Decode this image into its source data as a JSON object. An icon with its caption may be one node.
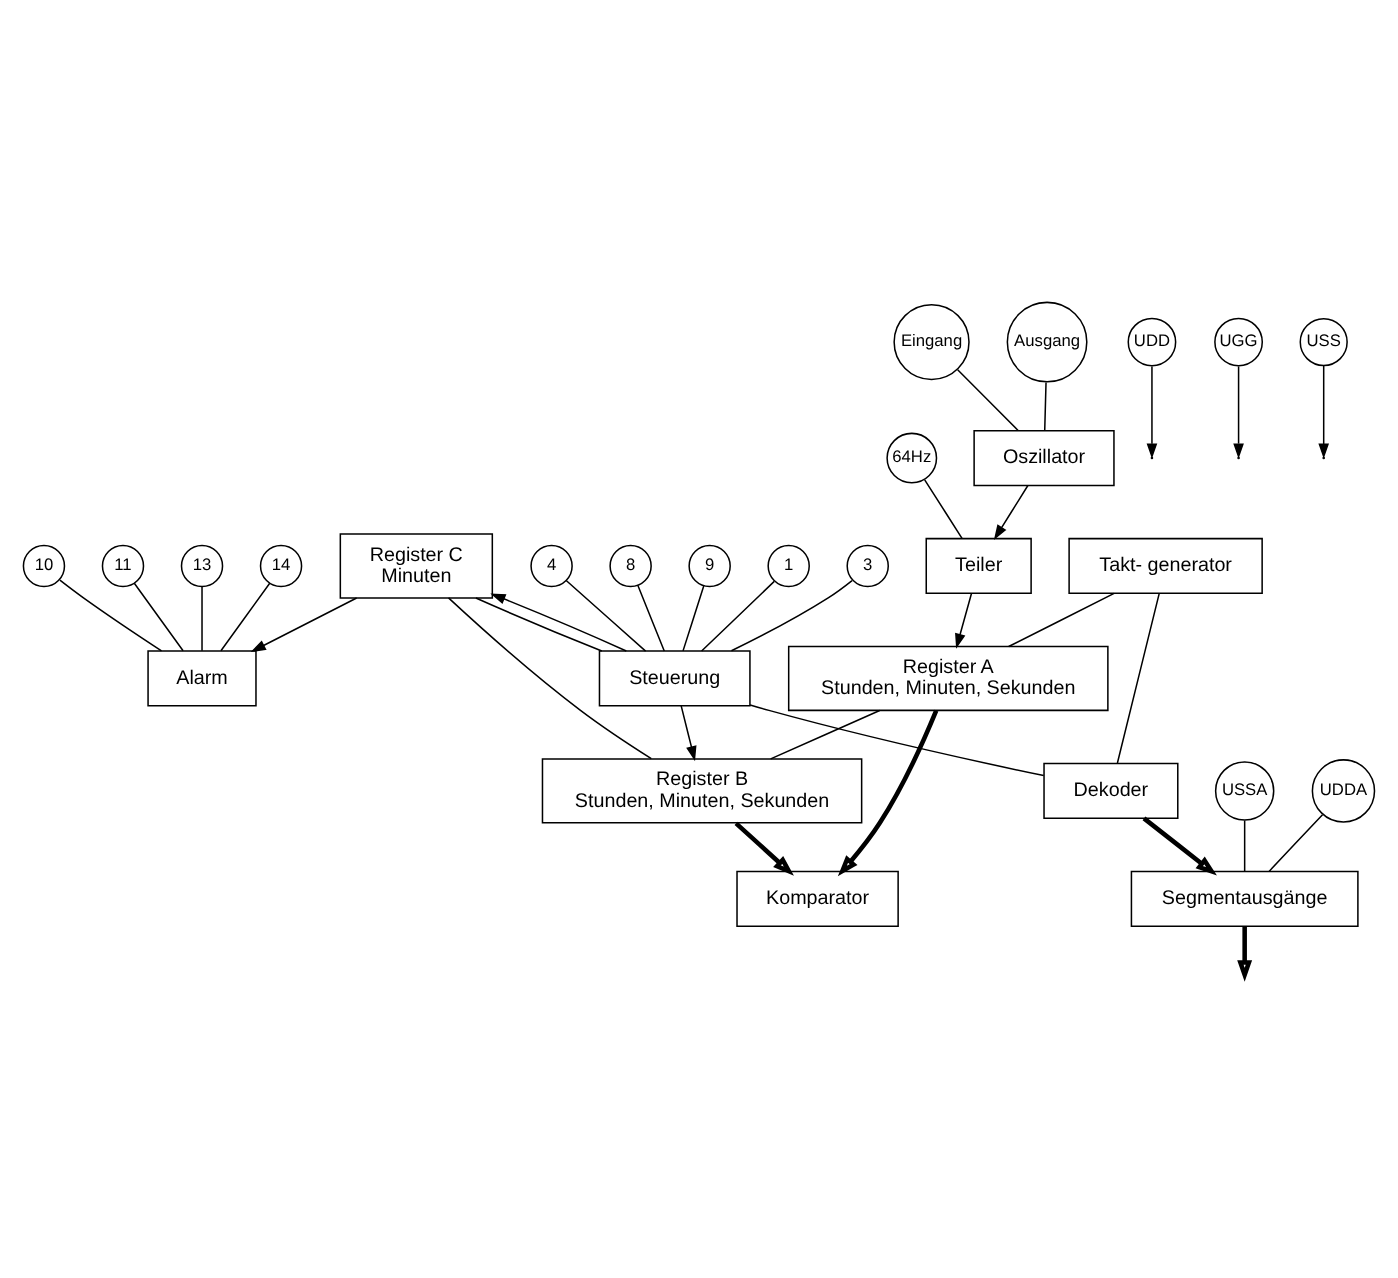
{
  "diagram": {
    "nodes": [
      {
        "text": [
          "Oszillator"
        ]
      },
      {
        "text": [
          "Teiler"
        ]
      },
      {
        "text": [
          "Takt- generator"
        ]
      },
      {
        "text": [
          "Register A",
          "Stunden, Minuten, Sekunden"
        ]
      },
      {
        "text": [
          "Komparator"
        ]
      },
      {
        "text": [
          "Alarm"
        ]
      },
      {
        "text": [
          "Register B",
          "Stunden, Minuten, Sekunden"
        ]
      },
      {
        "text": [
          "Register C",
          "Minuten"
        ]
      },
      {
        "text": [
          "Dekoder"
        ]
      },
      {
        "text": [
          "Segmentausgänge"
        ]
      },
      {
        "text": [
          "Steuerung"
        ]
      },
      {
        "text": [
          "Eingang"
        ]
      },
      {
        "text": [
          "Ausgang"
        ]
      },
      {
        "text": [
          "64Hz"
        ]
      },
      {
        "text": [
          "UDD"
        ]
      },
      {
        "text": [
          "UGG"
        ]
      },
      {
        "text": [
          "UDDA"
        ]
      },
      {
        "text": [
          "10"
        ]
      },
      {
        "text": [
          "11"
        ]
      },
      {
        "text": [
          "13"
        ]
      },
      {
        "text": [
          "14"
        ]
      },
      {
        "text": [
          "1"
        ]
      },
      {
        "text": [
          "3"
        ]
      },
      {
        "text": [
          "4"
        ]
      },
      {
        "text": [
          "8"
        ]
      },
      {
        "text": [
          "9"
        ]
      },
      {
        "text": [
          "USS"
        ]
      },
      {
        "text": [
          "USSA"
        ]
      }
    ],
    "edges": [
      {
        "from": 11,
        "to": 0,
        "arrow": "none"
      },
      {
        "from": 12,
        "to": 0,
        "arrow": "none"
      },
      {
        "from": 0,
        "to": 1,
        "arrow": "to"
      },
      {
        "from": 13,
        "to": 1,
        "arrow": "none"
      },
      {
        "from": 1,
        "to": 3,
        "arrow": "to"
      },
      {
        "from": 2,
        "to": 3,
        "arrow": "none"
      },
      {
        "from": 2,
        "to": 8,
        "arrow": "none"
      },
      {
        "from": 3,
        "to": 4,
        "arrow": "to",
        "style": "thick"
      },
      {
        "from": 6,
        "to": 4,
        "arrow": "to",
        "style": "thick"
      },
      {
        "from": 3,
        "to": 6,
        "arrow": "none"
      },
      {
        "from": 7,
        "to": 6,
        "arrow": "none"
      },
      {
        "from": 7,
        "to": 5,
        "arrow": "to"
      },
      {
        "from": 7,
        "to": 10,
        "arrow": "none"
      },
      {
        "from": 10,
        "to": 6,
        "arrow": "to"
      },
      {
        "from": 10,
        "to": 8,
        "arrow": "none"
      },
      {
        "from": 10,
        "to": 7,
        "arrow": "to"
      },
      {
        "from": 8,
        "to": 9,
        "arrow": "to",
        "style": "thick"
      },
      {
        "from": 9,
        "to": null,
        "arrow": "to",
        "style": "thick"
      },
      {
        "from": 17,
        "to": 5,
        "arrow": "none"
      },
      {
        "from": 18,
        "to": 5,
        "arrow": "none"
      },
      {
        "from": 19,
        "to": 5,
        "arrow": "none"
      },
      {
        "from": 20,
        "to": 5,
        "arrow": "none"
      },
      {
        "from": 21,
        "to": 10,
        "arrow": "none"
      },
      {
        "from": 22,
        "to": 10,
        "arrow": "none"
      },
      {
        "from": 23,
        "to": 10,
        "arrow": "none"
      },
      {
        "from": 24,
        "to": 10,
        "arrow": "none"
      },
      {
        "from": 25,
        "to": 10,
        "arrow": "none"
      },
      {
        "from": 14,
        "to": null,
        "arrow": "to"
      },
      {
        "from": 15,
        "to": null,
        "arrow": "to"
      },
      {
        "from": 16,
        "to": 9,
        "arrow": "none"
      },
      {
        "from": 26,
        "to": null,
        "arrow": "to"
      },
      {
        "from": 27,
        "to": 9,
        "arrow": "none"
      }
    ]
  }
}
